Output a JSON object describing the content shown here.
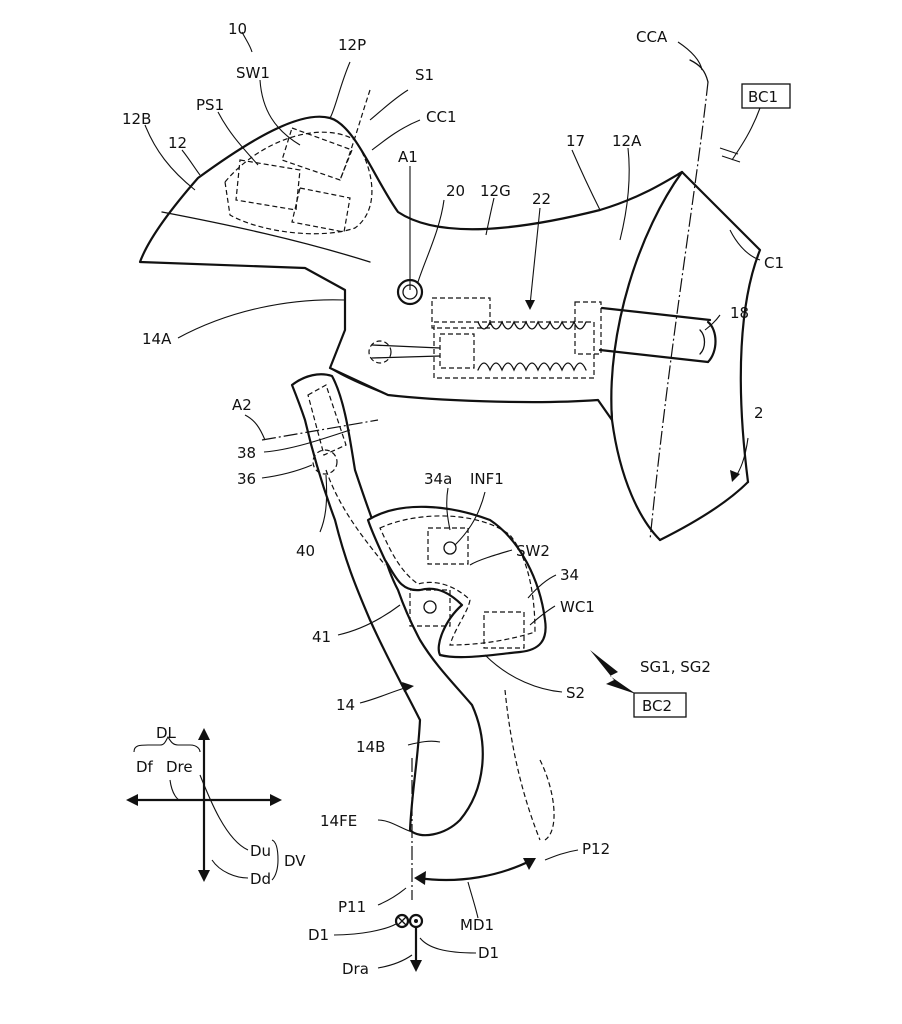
{
  "figure": {
    "ref_labels": {
      "r10": "10",
      "r12": "12",
      "r12B": "12B",
      "r12P": "12P",
      "rSW1": "SW1",
      "rPS1": "PS1",
      "rS1": "S1",
      "rCC1": "CC1",
      "rCCA": "CCA",
      "rBC1": "BC1",
      "r17": "17",
      "r12A": "12A",
      "rA1": "A1",
      "r20": "20",
      "r12G": "12G",
      "r22": "22",
      "rC1": "C1",
      "r18": "18",
      "r14A": "14A",
      "rA2": "A2",
      "r2": "2",
      "r38": "38",
      "r36": "36",
      "r34a": "34a",
      "rINF1": "INF1",
      "r40": "40",
      "rSW2": "SW2",
      "r34": "34",
      "rWC1": "WC1",
      "r41": "41",
      "rSG": "SG1, SG2",
      "rS2": "S2",
      "rBC2": "BC2",
      "r14": "14",
      "r14B": "14B",
      "r14FE": "14FE",
      "rP12": "P12",
      "rP11": "P11",
      "rMD1": "MD1",
      "rDL": "DL",
      "rDf": "Df",
      "rDre": "Dre",
      "rDu": "Du",
      "rDd": "Dd",
      "rDV": "DV",
      "rD1a": "D1",
      "rD1b": "D1",
      "rDra": "Dra"
    }
  }
}
